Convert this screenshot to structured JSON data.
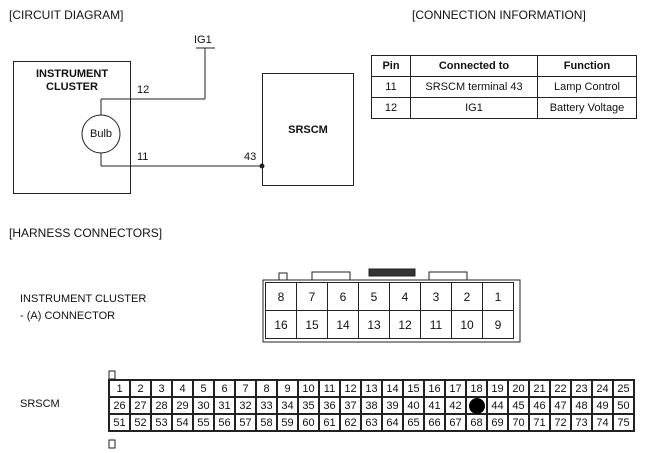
{
  "headers": {
    "circuit": "[CIRCUIT DIAGRAM]",
    "connection": "[CONNECTION INFORMATION]",
    "harness": "[HARNESS CONNECTORS]"
  },
  "circuit": {
    "ig1": "IG1",
    "cluster_line1": "INSTRUMENT",
    "cluster_line2": "CLUSTER",
    "bulb": "Bulb",
    "pin12": "12",
    "pin11": "11",
    "pin43": "43",
    "srscm": "SRSCM"
  },
  "connection_table": {
    "columns": [
      "Pin",
      "Connected to",
      "Function"
    ],
    "rows": [
      [
        "11",
        "SRSCM terminal 43",
        "Lamp Control"
      ],
      [
        "12",
        "IG1",
        "Battery Voltage"
      ]
    ]
  },
  "cluster_connector": {
    "label_line1": "INSTRUMENT CLUSTER",
    "label_line2": "- (A) CONNECTOR",
    "row1": [
      "8",
      "7",
      "6",
      "5",
      "4",
      "3",
      "2",
      "1"
    ],
    "row2": [
      "16",
      "15",
      "14",
      "13",
      "12",
      "11",
      "10",
      "9"
    ]
  },
  "srscm_connector": {
    "label": "SRSCM",
    "row1": [
      "1",
      "2",
      "3",
      "4",
      "5",
      "6",
      "7",
      "8",
      "9",
      "10",
      "11",
      "12",
      "13",
      "14",
      "15",
      "16",
      "17",
      "18",
      "19",
      "20",
      "21",
      "22",
      "23",
      "24",
      "25"
    ],
    "row2": [
      "26",
      "27",
      "28",
      "29",
      "30",
      "31",
      "32",
      "33",
      "34",
      "35",
      "36",
      "37",
      "38",
      "39",
      "40",
      "41",
      "42",
      "",
      "44",
      "45",
      "46",
      "47",
      "48",
      "49",
      "50"
    ],
    "row3": [
      "51",
      "52",
      "53",
      "54",
      "55",
      "56",
      "57",
      "58",
      "59",
      "60",
      "61",
      "62",
      "63",
      "64",
      "65",
      "66",
      "67",
      "68",
      "69",
      "70",
      "71",
      "72",
      "73",
      "74",
      "75"
    ],
    "filled_pin_index_row2": 17
  }
}
